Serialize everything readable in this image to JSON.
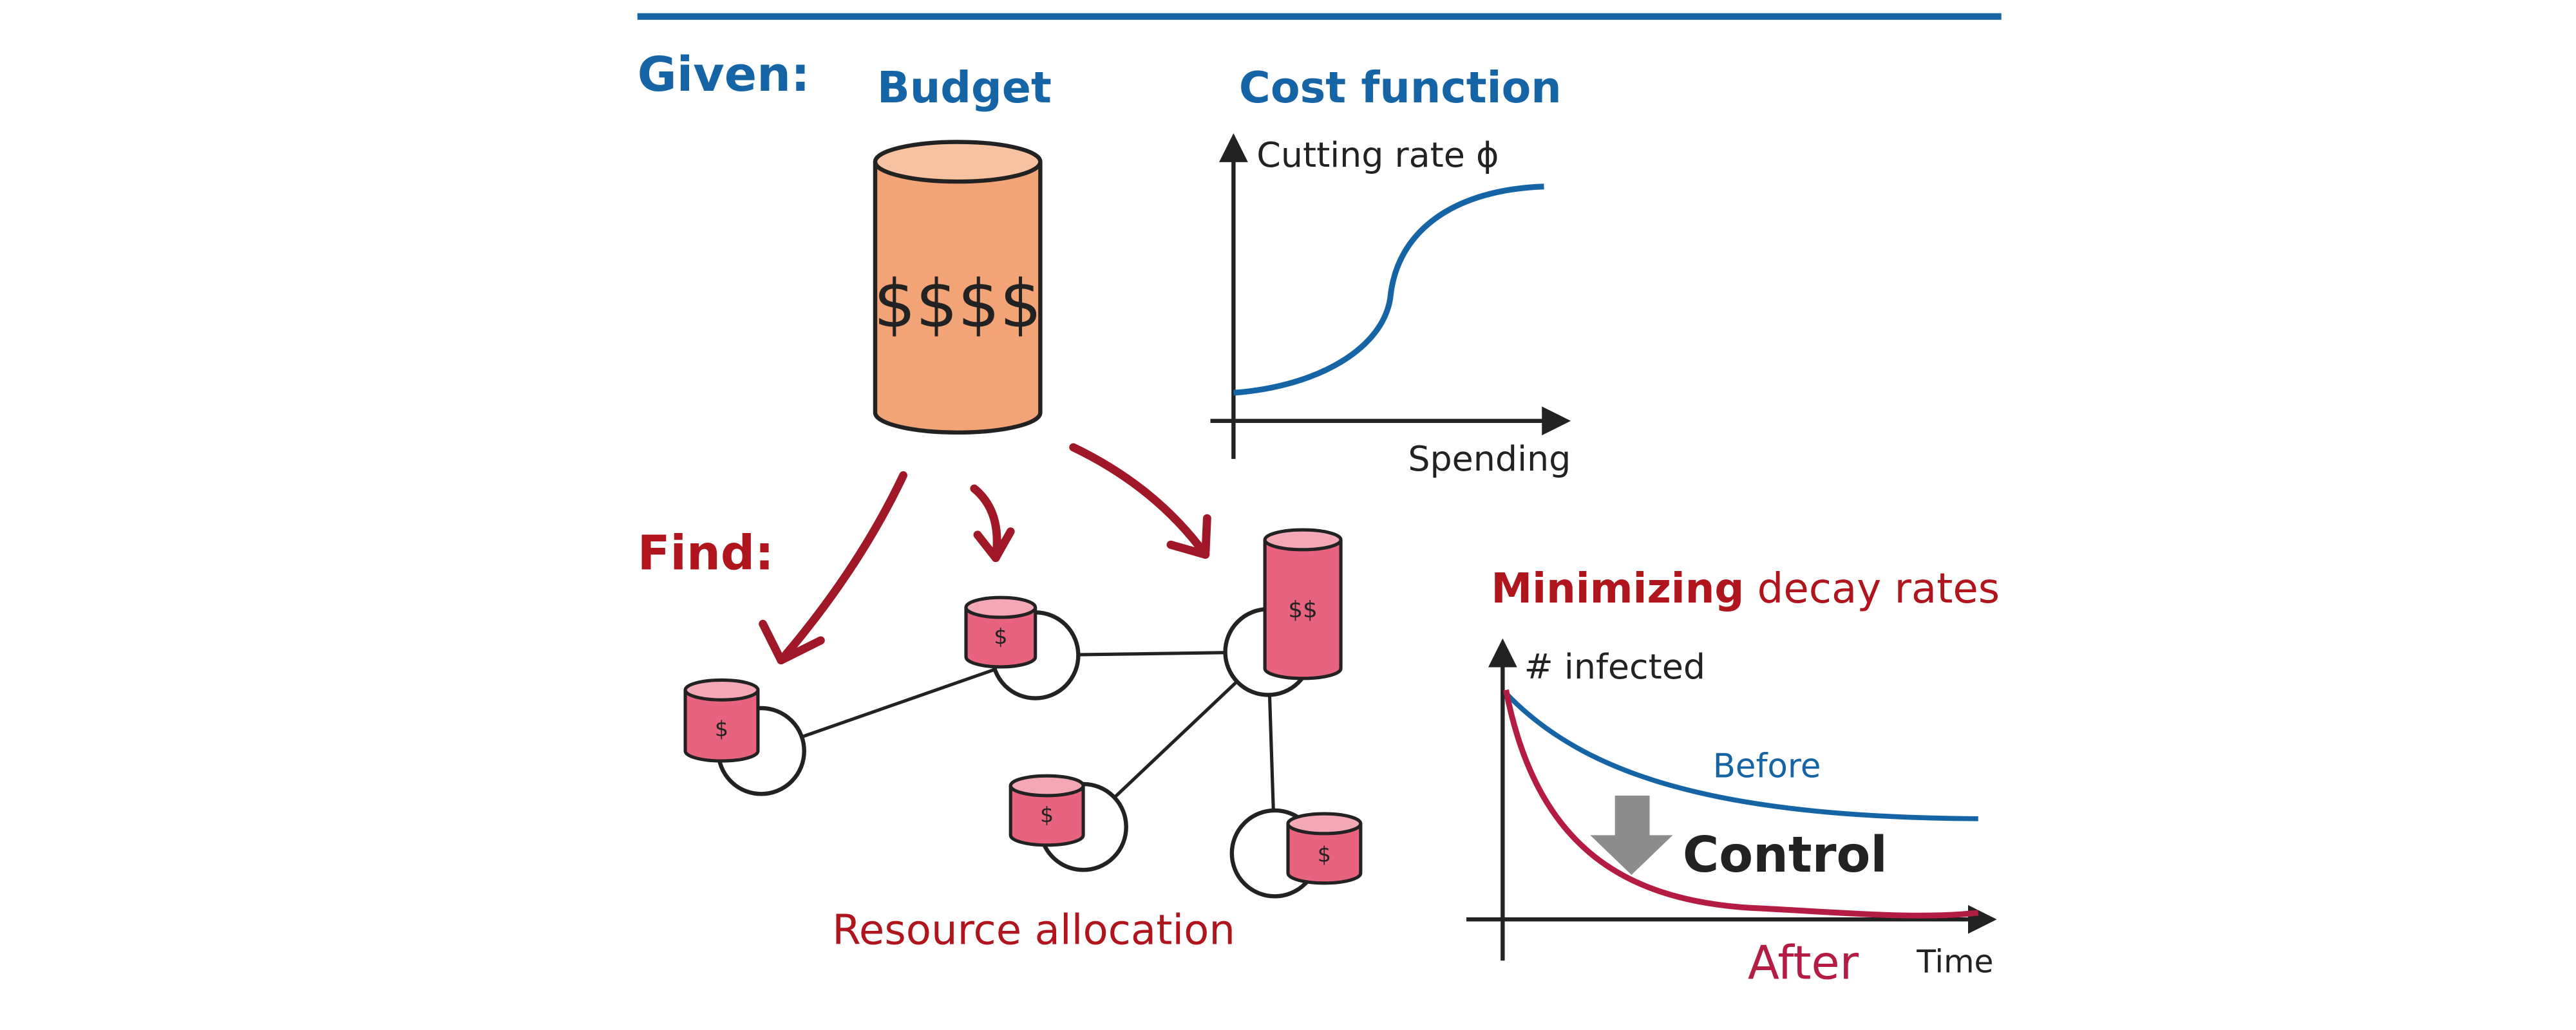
{
  "given": {
    "label": "Given:",
    "budget_title": "Budget",
    "budget_text": "$$$$",
    "cost_title": "Cost function",
    "cost_y_label": "Cutting rate ϕ",
    "cost_x_label": "Spending"
  },
  "find": {
    "label": "Find:",
    "allocation_caption": "Resource allocation",
    "node_money": [
      "$",
      "$",
      "$$",
      "$",
      "$"
    ]
  },
  "decay": {
    "title_bold": "Minimizing",
    "title_rest": " decay rates",
    "y_label": "# infected",
    "x_label": "Time",
    "before_label": "Before",
    "after_label": "After",
    "control_label": "Control"
  },
  "colors": {
    "blue": "#1565a6",
    "red": "#b0141c",
    "crimson": "#b41c44",
    "orange_fill": "#f2a477",
    "pink_fill": "#e8647e",
    "gray_arrow": "#8c8c8c"
  }
}
